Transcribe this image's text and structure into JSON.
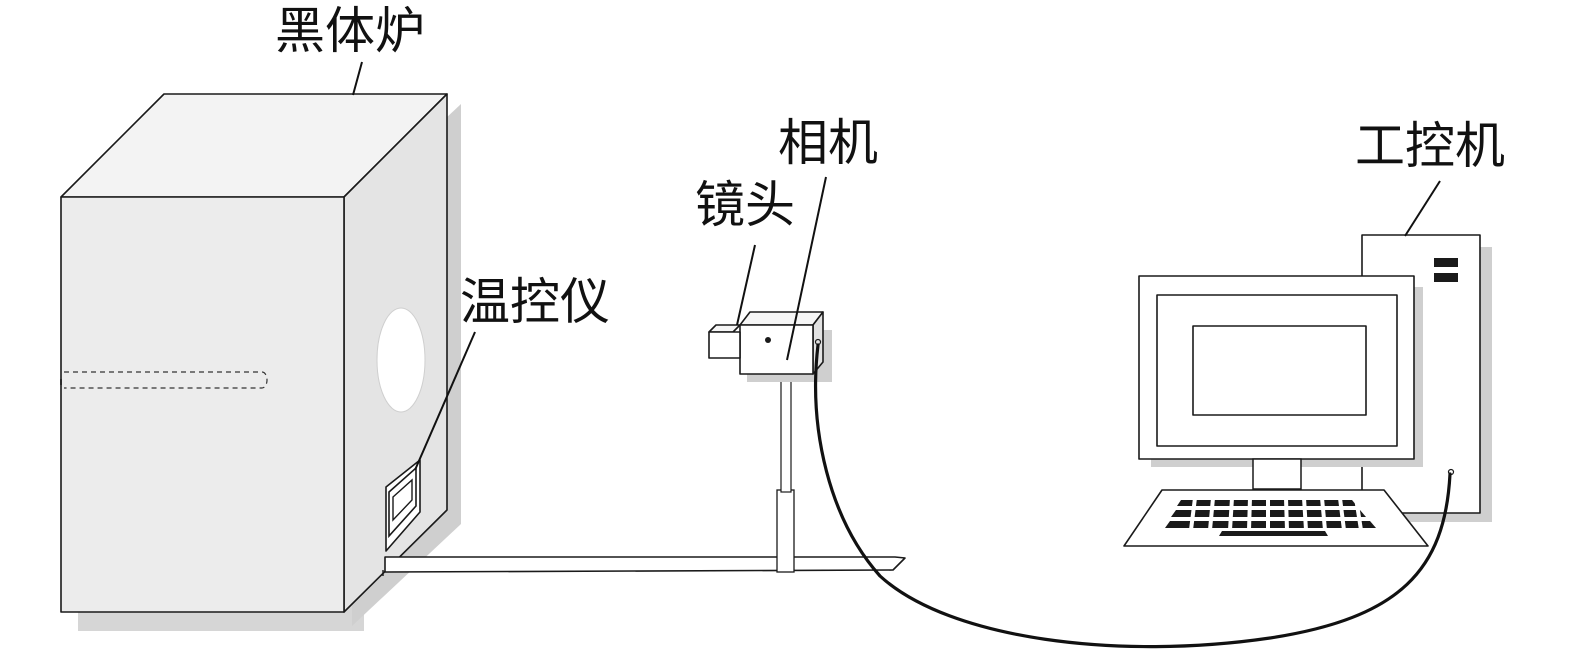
{
  "labels": {
    "blackbody": "黑体炉",
    "temp_controller": "温控仪",
    "lens": "镜头",
    "camera": "相机",
    "ipc": "工控机"
  }
}
